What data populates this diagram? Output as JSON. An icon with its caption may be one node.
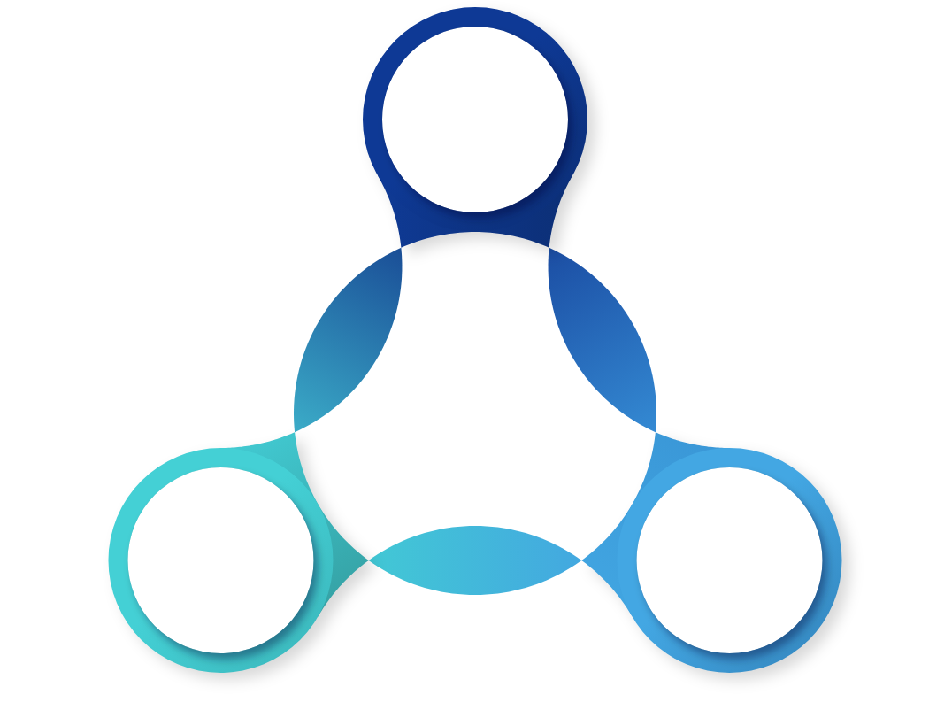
{
  "diagram": {
    "nodes": [
      {
        "text": [],
        "shape": "circle"
      },
      {
        "text": [],
        "shape": "lens"
      },
      {
        "text": [],
        "shape": "lens"
      },
      {
        "text": [],
        "shape": "circle"
      },
      {
        "text": [],
        "shape": "circle"
      },
      {
        "text": [],
        "shape": "lens"
      }
    ]
  }
}
